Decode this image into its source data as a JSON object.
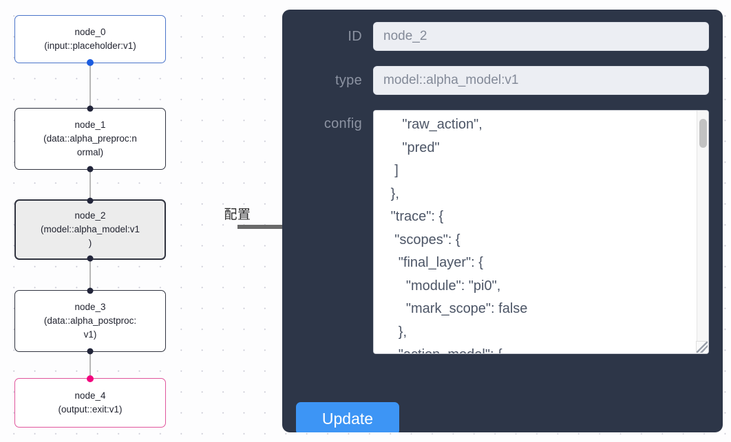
{
  "canvas": {
    "nodes": [
      {
        "name": "node-0",
        "id": "node_0",
        "text": "node_0\n(input::placeholder:v1)",
        "kind": "input"
      },
      {
        "name": "node-1",
        "id": "node_1",
        "text": "node_1\n(data::alpha_preproc:n\normal)",
        "kind": "default"
      },
      {
        "name": "node-2",
        "id": "node_2",
        "text": "node_2\n(model::alpha_model:v1\n)",
        "kind": "selected"
      },
      {
        "name": "node-3",
        "id": "node_3",
        "text": "node_3\n(data::alpha_postproc:\nv1)",
        "kind": "default"
      },
      {
        "name": "node-4",
        "id": "node_4",
        "text": "node_4\n(output::exit:v1)",
        "kind": "output"
      }
    ],
    "colors": {
      "input_border": "#4a74c9",
      "output_border": "#e0559c",
      "default_border": "#30333f",
      "selected_fill": "#ececec",
      "handle": "#22253a",
      "handle_input": "#1b5ce0",
      "handle_output": "#f2047e",
      "edge": "#b6b6b6",
      "grid_dot": "#c9c9d4"
    }
  },
  "annotation": {
    "label": "配置",
    "arrow_color": "#6a6a6a"
  },
  "panel": {
    "background": "#2d3648",
    "fields": [
      {
        "label": "ID",
        "value": "node_2"
      },
      {
        "label": "type",
        "value": "model::alpha_model:v1"
      }
    ],
    "config": {
      "label": "config",
      "value": "      \"raw_action\",\n      \"pred\"\n    ]\n   },\n   \"trace\": {\n    \"scopes\": {\n     \"final_layer\": {\n       \"module\": \"pi0\",\n       \"mark_scope\": false\n     },\n     \"action_model\": {"
    },
    "update_button": {
      "label": "Update",
      "color": "#3d95f5"
    }
  }
}
